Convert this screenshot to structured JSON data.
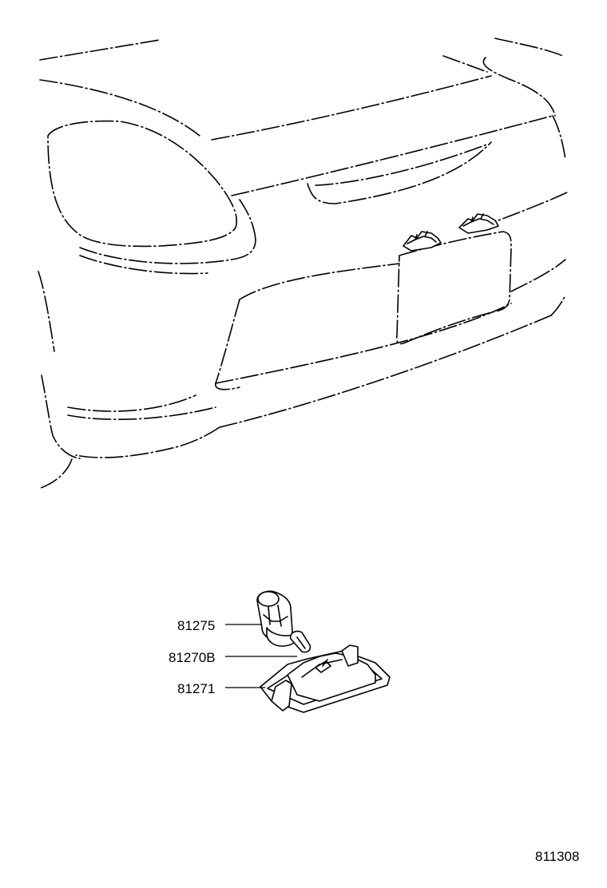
{
  "diagram": {
    "parts": [
      {
        "id": "81275",
        "label": "81275"
      },
      {
        "id": "81270B",
        "label": "81270B"
      },
      {
        "id": "81271",
        "label": "81271"
      }
    ],
    "figure_code": "811308"
  }
}
